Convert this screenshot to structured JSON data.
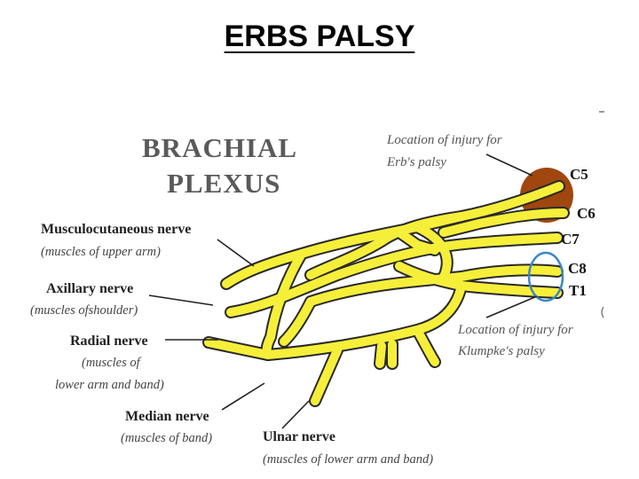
{
  "title": "ERBS PALSY",
  "diagram": {
    "heading": [
      "BRACHIAL",
      "PLEXUS"
    ],
    "roots": [
      "C5",
      "C6",
      "C7",
      "C8",
      "T1"
    ],
    "erb_note": [
      "Location of  injury for",
      "Erb's palsy"
    ],
    "klumpke_note": [
      "Location of  injury for",
      "Klumpke's palsy"
    ],
    "nerves": [
      {
        "name": "Musculocutaneous nerve",
        "sub": [
          "(muscles of  upper arm)"
        ]
      },
      {
        "name": "Axillary nerve",
        "sub": [
          "(muscles ofshoulder)"
        ]
      },
      {
        "name": "Radial nerve",
        "sub": [
          "(muscles of",
          "lower arm and band)"
        ]
      },
      {
        "name": "Median nerve",
        "sub": [
          "(muscles of  band)"
        ]
      },
      {
        "name": "Ulnar nerve",
        "sub": [
          "(muscles of  lower arm and band)"
        ]
      }
    ],
    "colors": {
      "nerve": "#f6ef3a",
      "erb_highlight": "#a0460f",
      "klumpke_ring": "#3a86c8"
    }
  }
}
